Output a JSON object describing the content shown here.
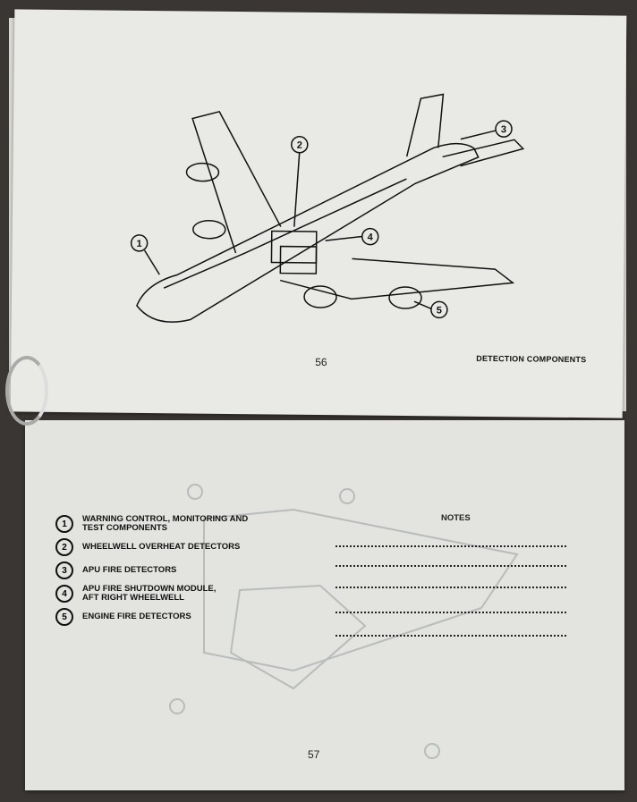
{
  "top_page": {
    "page_number": "56",
    "caption": "DETECTION COMPONENTS",
    "callouts": [
      "1",
      "2",
      "3",
      "4",
      "5"
    ]
  },
  "bottom_page": {
    "page_number": "57",
    "legend": [
      {
        "num": "1",
        "label": "WARNING CONTROL, MONITORING AND TEST COMPONENTS"
      },
      {
        "num": "2",
        "label": "WHEELWELL OVERHEAT DETECTORS"
      },
      {
        "num": "3",
        "label": "APU FIRE DETECTORS"
      },
      {
        "num": "4",
        "label": "APU FIRE SHUTDOWN MODULE, AFT RIGHT WHEELWELL"
      },
      {
        "num": "5",
        "label": "ENGINE FIRE DETECTORS"
      }
    ],
    "notes_title": "NOTES"
  }
}
